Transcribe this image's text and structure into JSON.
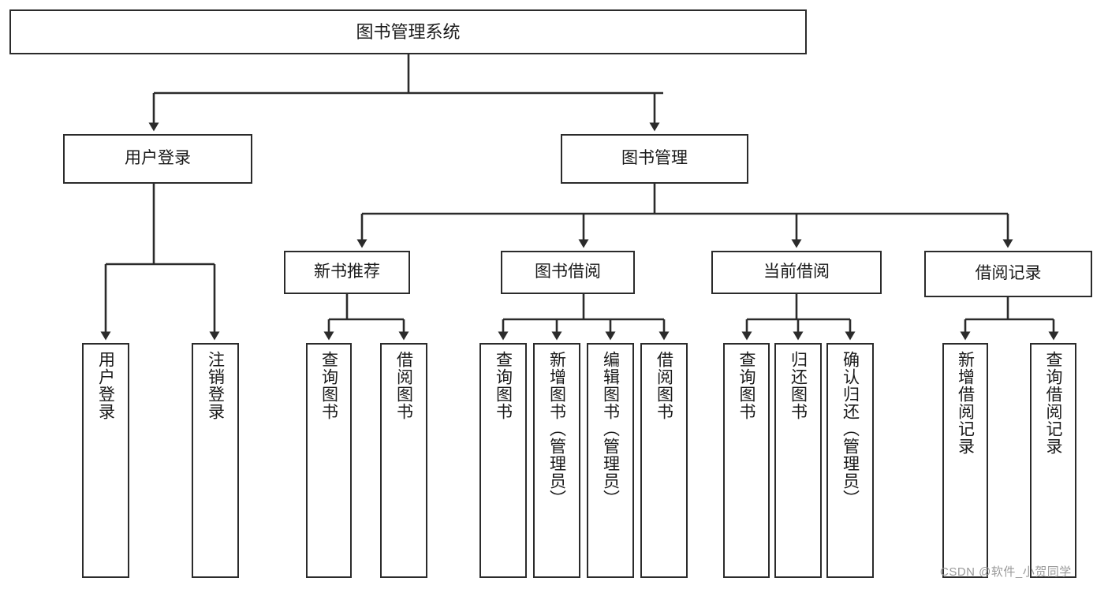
{
  "diagram": {
    "title": "图书管理系统",
    "type": "functional-structure-tree",
    "root": {
      "label": "图书管理系统"
    },
    "level1": [
      {
        "label": "用户登录"
      },
      {
        "label": "图书管理"
      }
    ],
    "level2": [
      {
        "label": "新书推荐"
      },
      {
        "label": "图书借阅"
      },
      {
        "label": "当前借阅"
      },
      {
        "label": "借阅记录"
      }
    ],
    "leaves": {
      "user_login": [
        {
          "label": "用户登录"
        },
        {
          "label": "注销登录"
        }
      ],
      "new_book_recommend": [
        {
          "label": "查询图书"
        },
        {
          "label": "借阅图书"
        }
      ],
      "book_borrow": [
        {
          "label": "查询图书"
        },
        {
          "label": "新增图书（管理员）"
        },
        {
          "label": "编辑图书（管理员）"
        },
        {
          "label": "借阅图书"
        }
      ],
      "current_borrow": [
        {
          "label": "查询图书"
        },
        {
          "label": "归还图书"
        },
        {
          "label": "确认归还（管理员）"
        }
      ],
      "borrow_records": [
        {
          "label": "新增借阅记录"
        },
        {
          "label": "查询借阅记录"
        }
      ]
    }
  },
  "watermark": {
    "text": "CSDN @软件_小贺同学"
  },
  "colors": {
    "stroke": "#2b2b2b",
    "background": "#ffffff",
    "text": "#1a1a1a",
    "watermark": "#9a9a9a"
  }
}
